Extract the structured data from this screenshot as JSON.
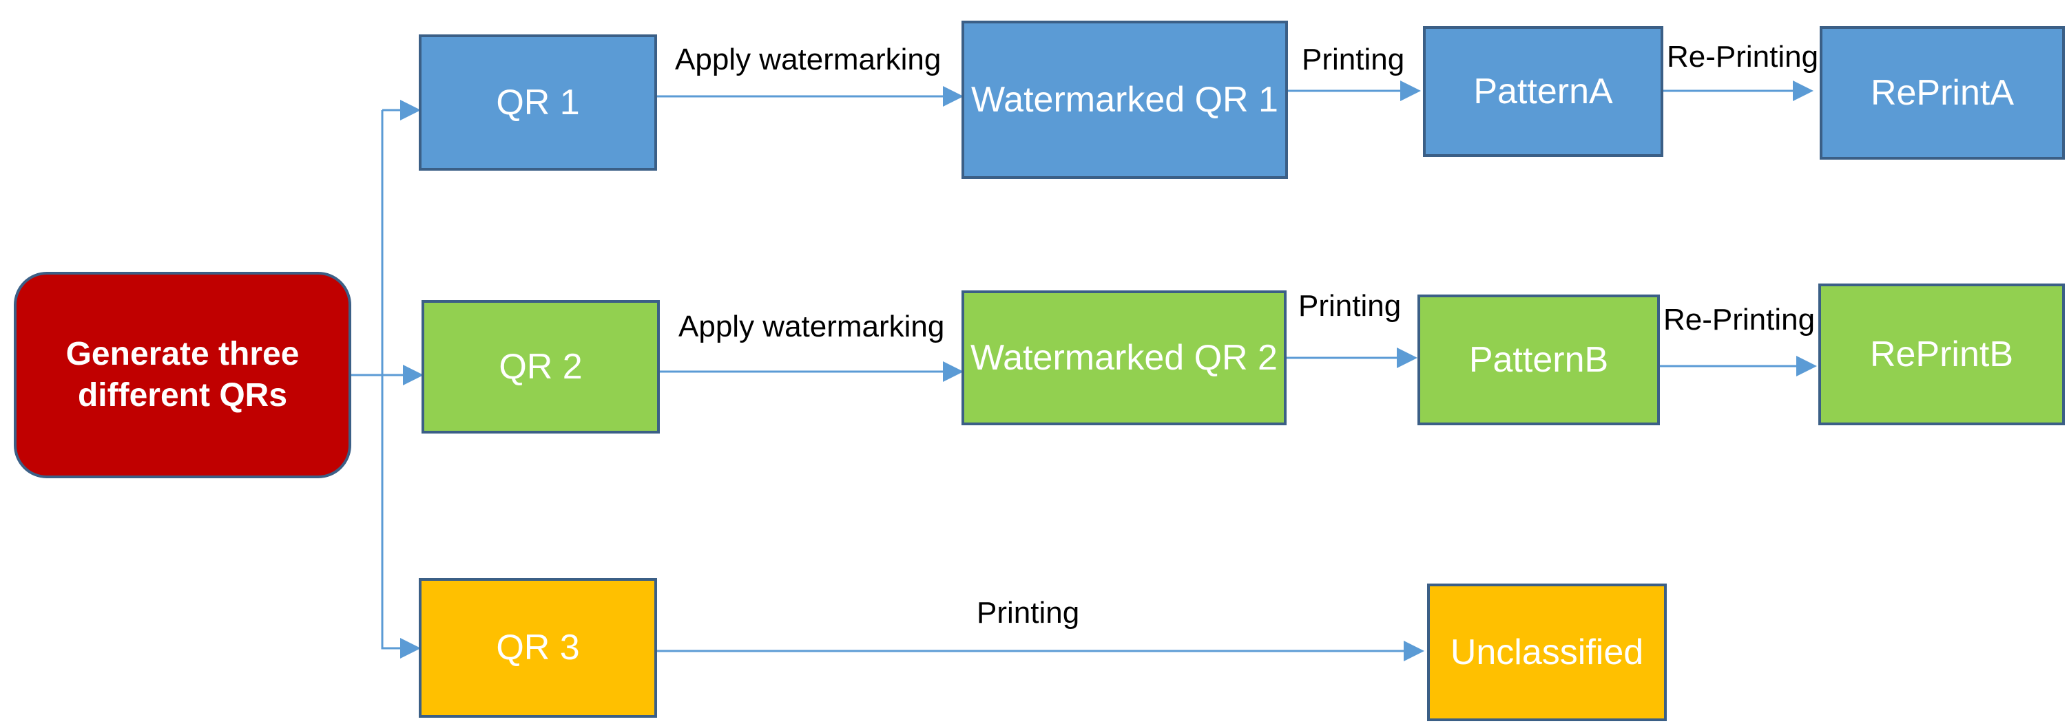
{
  "nodes": {
    "generate": "Generate three different QRs",
    "qr1": "QR 1",
    "qr2": "QR 2",
    "qr3": "QR 3",
    "wm1": "Watermarked QR 1",
    "wm2": "Watermarked QR 2",
    "patternA": "PatternA",
    "patternB": "PatternB",
    "reprintA": "RePrintA",
    "reprintB": "RePrintB",
    "unclassified": "Unclassified"
  },
  "edges": {
    "qr1_wm1": "Apply watermarking",
    "qr2_wm2": "Apply watermarking",
    "wm1_patternA": "Printing",
    "wm2_patternB": "Printing",
    "patternA_reprintA": "Re-Printing",
    "patternB_reprintB": "Re-Printing",
    "qr3_unclassified": "Printing"
  },
  "colors": {
    "qr1_row": "#5b9bd5",
    "qr2_row": "#92d050",
    "qr3_row": "#ffc000",
    "generate": "#c00000",
    "arrow": "#5b9bd5",
    "border": "#3b5f86"
  }
}
